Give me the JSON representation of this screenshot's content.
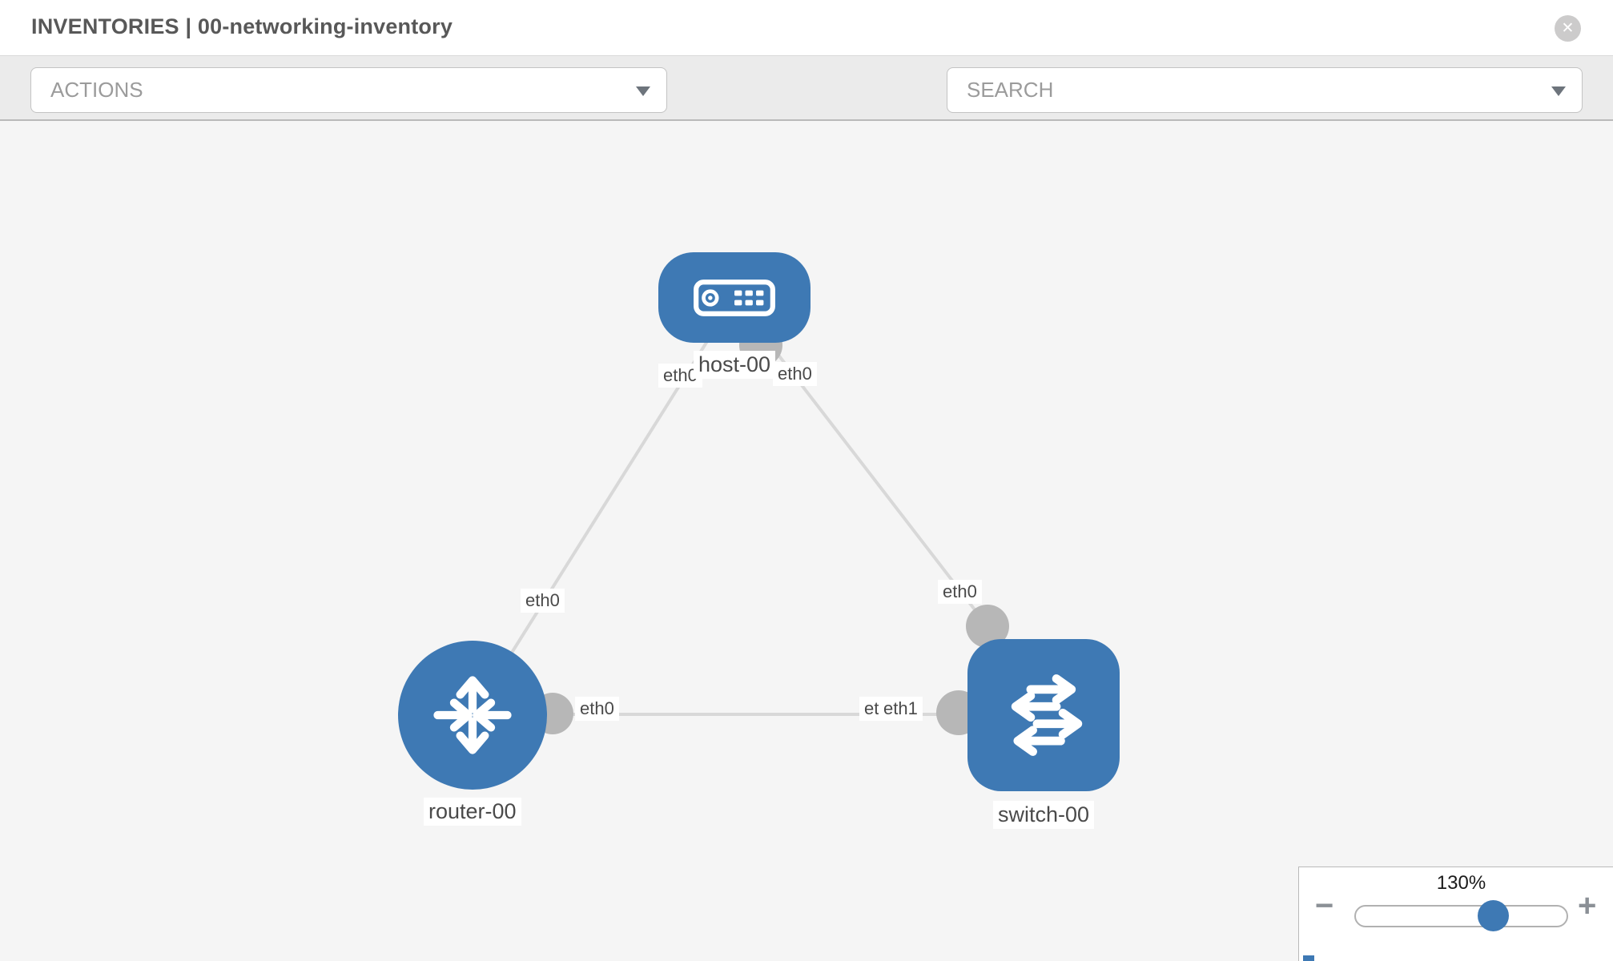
{
  "header": {
    "title": "INVENTORIES | 00-networking-inventory",
    "close_glyph": "✕"
  },
  "toolbar": {
    "actions": {
      "placeholder": "ACTIONS"
    },
    "search": {
      "placeholder": "SEARCH"
    },
    "tools": [
      {
        "icon": "wrench-icon"
      },
      {
        "icon": "key-icon"
      }
    ]
  },
  "diagram": {
    "nodes": [
      {
        "label": "host-00",
        "type": "host"
      },
      {
        "label": "router-00",
        "type": "router"
      },
      {
        "label": "switch-00",
        "type": "switch"
      }
    ],
    "links": [
      {
        "from": "host-00",
        "from_if": "eth0",
        "to": "router-00",
        "to_if": "eth0"
      },
      {
        "from": "host-00",
        "from_if": "eth0",
        "to": "switch-00",
        "to_if": "eth0"
      },
      {
        "from": "router-00",
        "from_if": "eth0",
        "to": "switch-00",
        "to_if": "eth1",
        "to_if_ghost": "eth0"
      }
    ]
  },
  "zoom": {
    "level": "130%",
    "percent": 130,
    "minus_label": "−",
    "plus_label": "+"
  },
  "colors": {
    "node_blue": "#3e79b4",
    "link_gray": "#d8d8d8",
    "connector_gray": "#b7b7b7",
    "canvas_bg": "#f5f5f5",
    "toolbar_bg": "#ebebeb"
  }
}
